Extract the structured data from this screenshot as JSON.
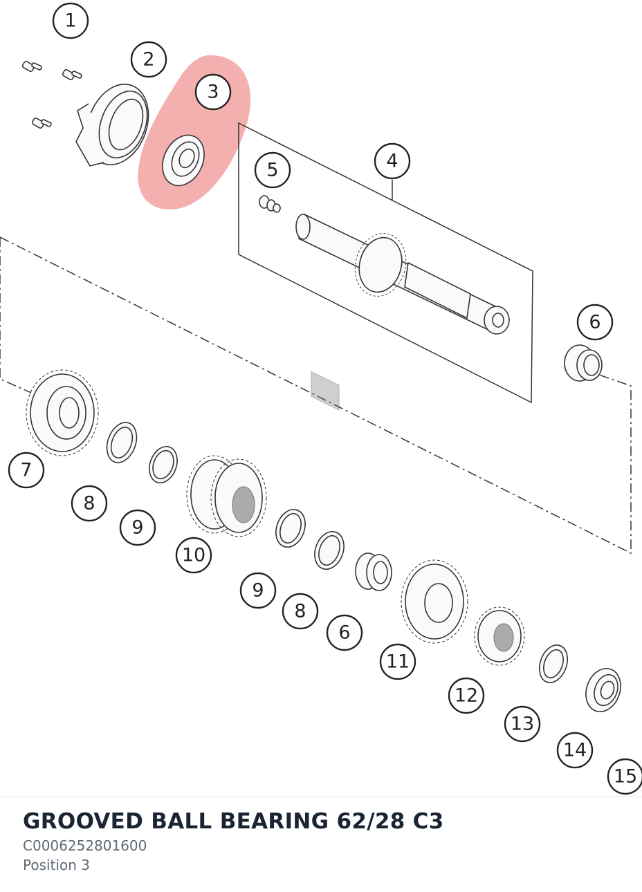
{
  "diagram": {
    "highlight_color": "#f2a1a1",
    "highlighted_position": "3",
    "callouts": [
      {
        "id": "c1",
        "label": "1"
      },
      {
        "id": "c2",
        "label": "2"
      },
      {
        "id": "c3",
        "label": "3"
      },
      {
        "id": "c4",
        "label": "4"
      },
      {
        "id": "c5",
        "label": "5"
      },
      {
        "id": "c6a",
        "label": "6"
      },
      {
        "id": "c7",
        "label": "7"
      },
      {
        "id": "c8a",
        "label": "8"
      },
      {
        "id": "c9a",
        "label": "9"
      },
      {
        "id": "c10",
        "label": "10"
      },
      {
        "id": "c9b",
        "label": "9"
      },
      {
        "id": "c8b",
        "label": "8"
      },
      {
        "id": "c6b",
        "label": "6"
      },
      {
        "id": "c11",
        "label": "11"
      },
      {
        "id": "c12",
        "label": "12"
      },
      {
        "id": "c13",
        "label": "13"
      },
      {
        "id": "c14",
        "label": "14"
      },
      {
        "id": "c15",
        "label": "15"
      }
    ]
  },
  "part": {
    "title": "GROOVED BALL BEARING 62/28 C3",
    "number": "C0006252801600",
    "position_text": "Position 3"
  }
}
